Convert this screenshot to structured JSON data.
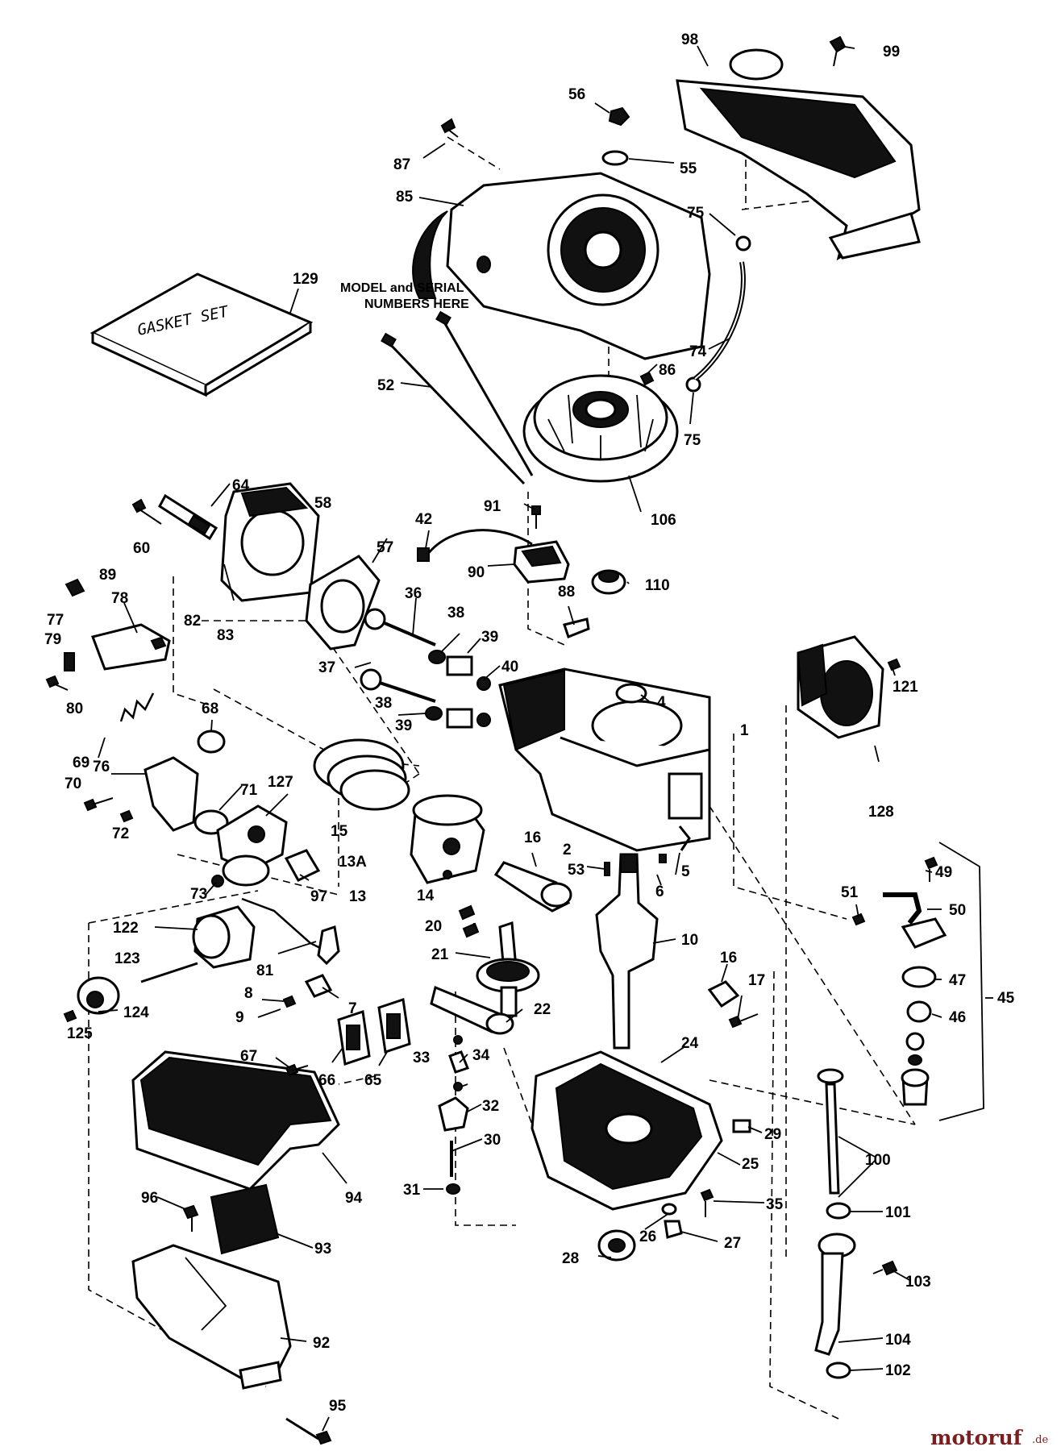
{
  "diagram": {
    "annotation_line1": "MODEL and SERIAL",
    "annotation_line2": "NUMBERS HERE",
    "gasket_set_text": "GASKET SET",
    "watermark_main": "motoruf",
    "watermark_tld": ".de"
  },
  "labels": [
    {
      "id": "l98",
      "text": "98"
    },
    {
      "id": "l99",
      "text": "99"
    },
    {
      "id": "l56",
      "text": "56"
    },
    {
      "id": "l55",
      "text": "55"
    },
    {
      "id": "l87",
      "text": "87"
    },
    {
      "id": "l85",
      "text": "85"
    },
    {
      "id": "l75a",
      "text": "75"
    },
    {
      "id": "l129",
      "text": "129"
    },
    {
      "id": "l74",
      "text": "74"
    },
    {
      "id": "l86",
      "text": "86"
    },
    {
      "id": "l75b",
      "text": "75"
    },
    {
      "id": "l52",
      "text": "52"
    },
    {
      "id": "l106",
      "text": "106"
    },
    {
      "id": "l64",
      "text": "64"
    },
    {
      "id": "l58",
      "text": "58"
    },
    {
      "id": "l60",
      "text": "60"
    },
    {
      "id": "l91",
      "text": "91"
    },
    {
      "id": "l42",
      "text": "42"
    },
    {
      "id": "l57",
      "text": "57"
    },
    {
      "id": "l90",
      "text": "90"
    },
    {
      "id": "l110",
      "text": "110"
    },
    {
      "id": "l89",
      "text": "89"
    },
    {
      "id": "l36",
      "text": "36"
    },
    {
      "id": "l88",
      "text": "88"
    },
    {
      "id": "l78",
      "text": "78"
    },
    {
      "id": "l82",
      "text": "82"
    },
    {
      "id": "l77",
      "text": "77"
    },
    {
      "id": "l38a",
      "text": "38"
    },
    {
      "id": "l39a",
      "text": "39"
    },
    {
      "id": "l83",
      "text": "83"
    },
    {
      "id": "l79",
      "text": "79"
    },
    {
      "id": "l37",
      "text": "37"
    },
    {
      "id": "l40",
      "text": "40"
    },
    {
      "id": "l80",
      "text": "80"
    },
    {
      "id": "l38b",
      "text": "38"
    },
    {
      "id": "l4",
      "text": "4"
    },
    {
      "id": "l68",
      "text": "68"
    },
    {
      "id": "l39b",
      "text": "39"
    },
    {
      "id": "l1",
      "text": "1"
    },
    {
      "id": "l121",
      "text": "121"
    },
    {
      "id": "l76",
      "text": "76"
    },
    {
      "id": "l69",
      "text": "69"
    },
    {
      "id": "l127",
      "text": "127"
    },
    {
      "id": "l70",
      "text": "70"
    },
    {
      "id": "l71",
      "text": "71"
    },
    {
      "id": "l15",
      "text": "15"
    },
    {
      "id": "l128",
      "text": "128"
    },
    {
      "id": "l72",
      "text": "72"
    },
    {
      "id": "l16a",
      "text": "16"
    },
    {
      "id": "l13A",
      "text": "13A"
    },
    {
      "id": "l2",
      "text": "2"
    },
    {
      "id": "l53",
      "text": "53"
    },
    {
      "id": "l5",
      "text": "5"
    },
    {
      "id": "l49",
      "text": "49"
    },
    {
      "id": "l73",
      "text": "73"
    },
    {
      "id": "l97",
      "text": "97"
    },
    {
      "id": "l13",
      "text": "13"
    },
    {
      "id": "l14",
      "text": "14"
    },
    {
      "id": "l6",
      "text": "6"
    },
    {
      "id": "l51",
      "text": "51"
    },
    {
      "id": "l50",
      "text": "50"
    },
    {
      "id": "l122",
      "text": "122"
    },
    {
      "id": "l20",
      "text": "20"
    },
    {
      "id": "l10",
      "text": "10"
    },
    {
      "id": "l123",
      "text": "123"
    },
    {
      "id": "l81",
      "text": "81"
    },
    {
      "id": "l21",
      "text": "21"
    },
    {
      "id": "l16b",
      "text": "16"
    },
    {
      "id": "l47",
      "text": "47"
    },
    {
      "id": "l17",
      "text": "17"
    },
    {
      "id": "l8",
      "text": "8"
    },
    {
      "id": "l45",
      "text": "45"
    },
    {
      "id": "l124",
      "text": "124"
    },
    {
      "id": "l7",
      "text": "7"
    },
    {
      "id": "l22",
      "text": "22"
    },
    {
      "id": "l46",
      "text": "46"
    },
    {
      "id": "l9",
      "text": "9"
    },
    {
      "id": "l125",
      "text": "125"
    },
    {
      "id": "l24",
      "text": "24"
    },
    {
      "id": "l67",
      "text": "67"
    },
    {
      "id": "l33",
      "text": "33"
    },
    {
      "id": "l34",
      "text": "34"
    },
    {
      "id": "l66",
      "text": "66"
    },
    {
      "id": "l65",
      "text": "65"
    },
    {
      "id": "l32",
      "text": "32"
    },
    {
      "id": "l29",
      "text": "29"
    },
    {
      "id": "l30",
      "text": "30"
    },
    {
      "id": "l100",
      "text": "100"
    },
    {
      "id": "l25",
      "text": "25"
    },
    {
      "id": "l31",
      "text": "31"
    },
    {
      "id": "l94",
      "text": "94"
    },
    {
      "id": "l96",
      "text": "96"
    },
    {
      "id": "l35",
      "text": "35"
    },
    {
      "id": "l101",
      "text": "101"
    },
    {
      "id": "l93",
      "text": "93"
    },
    {
      "id": "l26",
      "text": "26"
    },
    {
      "id": "l27",
      "text": "27"
    },
    {
      "id": "l28",
      "text": "28"
    },
    {
      "id": "l103",
      "text": "103"
    },
    {
      "id": "l92",
      "text": "92"
    },
    {
      "id": "l104",
      "text": "104"
    },
    {
      "id": "l102",
      "text": "102"
    },
    {
      "id": "l95",
      "text": "95"
    }
  ]
}
